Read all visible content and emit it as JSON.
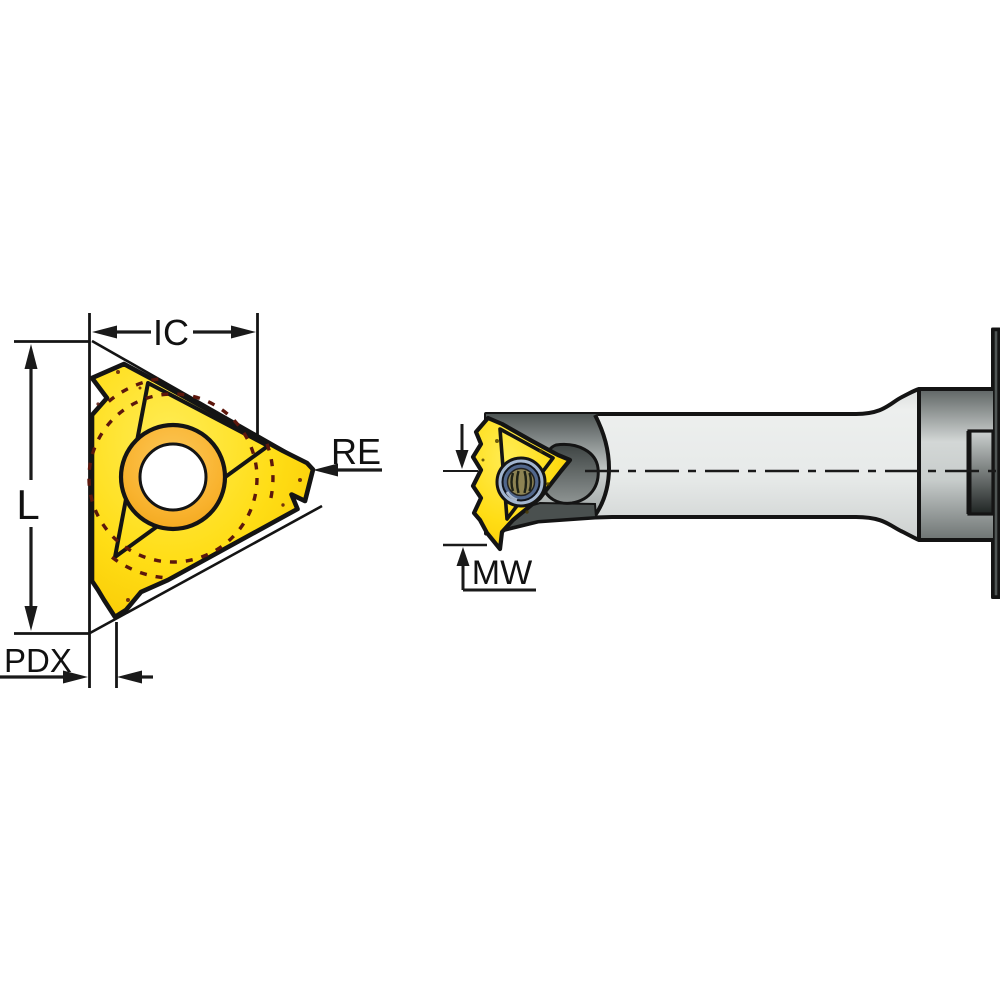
{
  "figure": {
    "name": "threading-insert-and-boring-bar-diagram",
    "left_view": "insert-front-view",
    "right_view": "tool-side-view"
  },
  "labels": {
    "inscribed_circle": "IC",
    "length": "L",
    "corner_radius": "RE",
    "pitch_offset": "PDX",
    "min_bore_width": "MW"
  },
  "colors": {
    "outline": "#141414",
    "insert_yellow": "#FFDD15",
    "insert_yellow_light": "#FFEC55",
    "insert_yellow_deep": "#F7C400",
    "hole_orange": "#F9B32F",
    "hole_orange_light": "#FBC85A",
    "hole_orange_deep": "#EFA214",
    "pitch_dash_maroon": "#5C170C",
    "screw_ring_blue": "#A3B6D0",
    "screw_mid_blue": "#51678C",
    "screw_core_olive": "#8D8353",
    "steel_highlight": "#EDEFEE",
    "steel_mid": "#C5C9C8",
    "steel_shadow": "#8E9594",
    "head_dark": "#4E5554",
    "head_light": "#C9CECD",
    "flange_gray": "#4F5554",
    "bore_dark": "#1F2423",
    "bore_light": "#CDD2D1",
    "dim_line": "#1A1A1A"
  }
}
